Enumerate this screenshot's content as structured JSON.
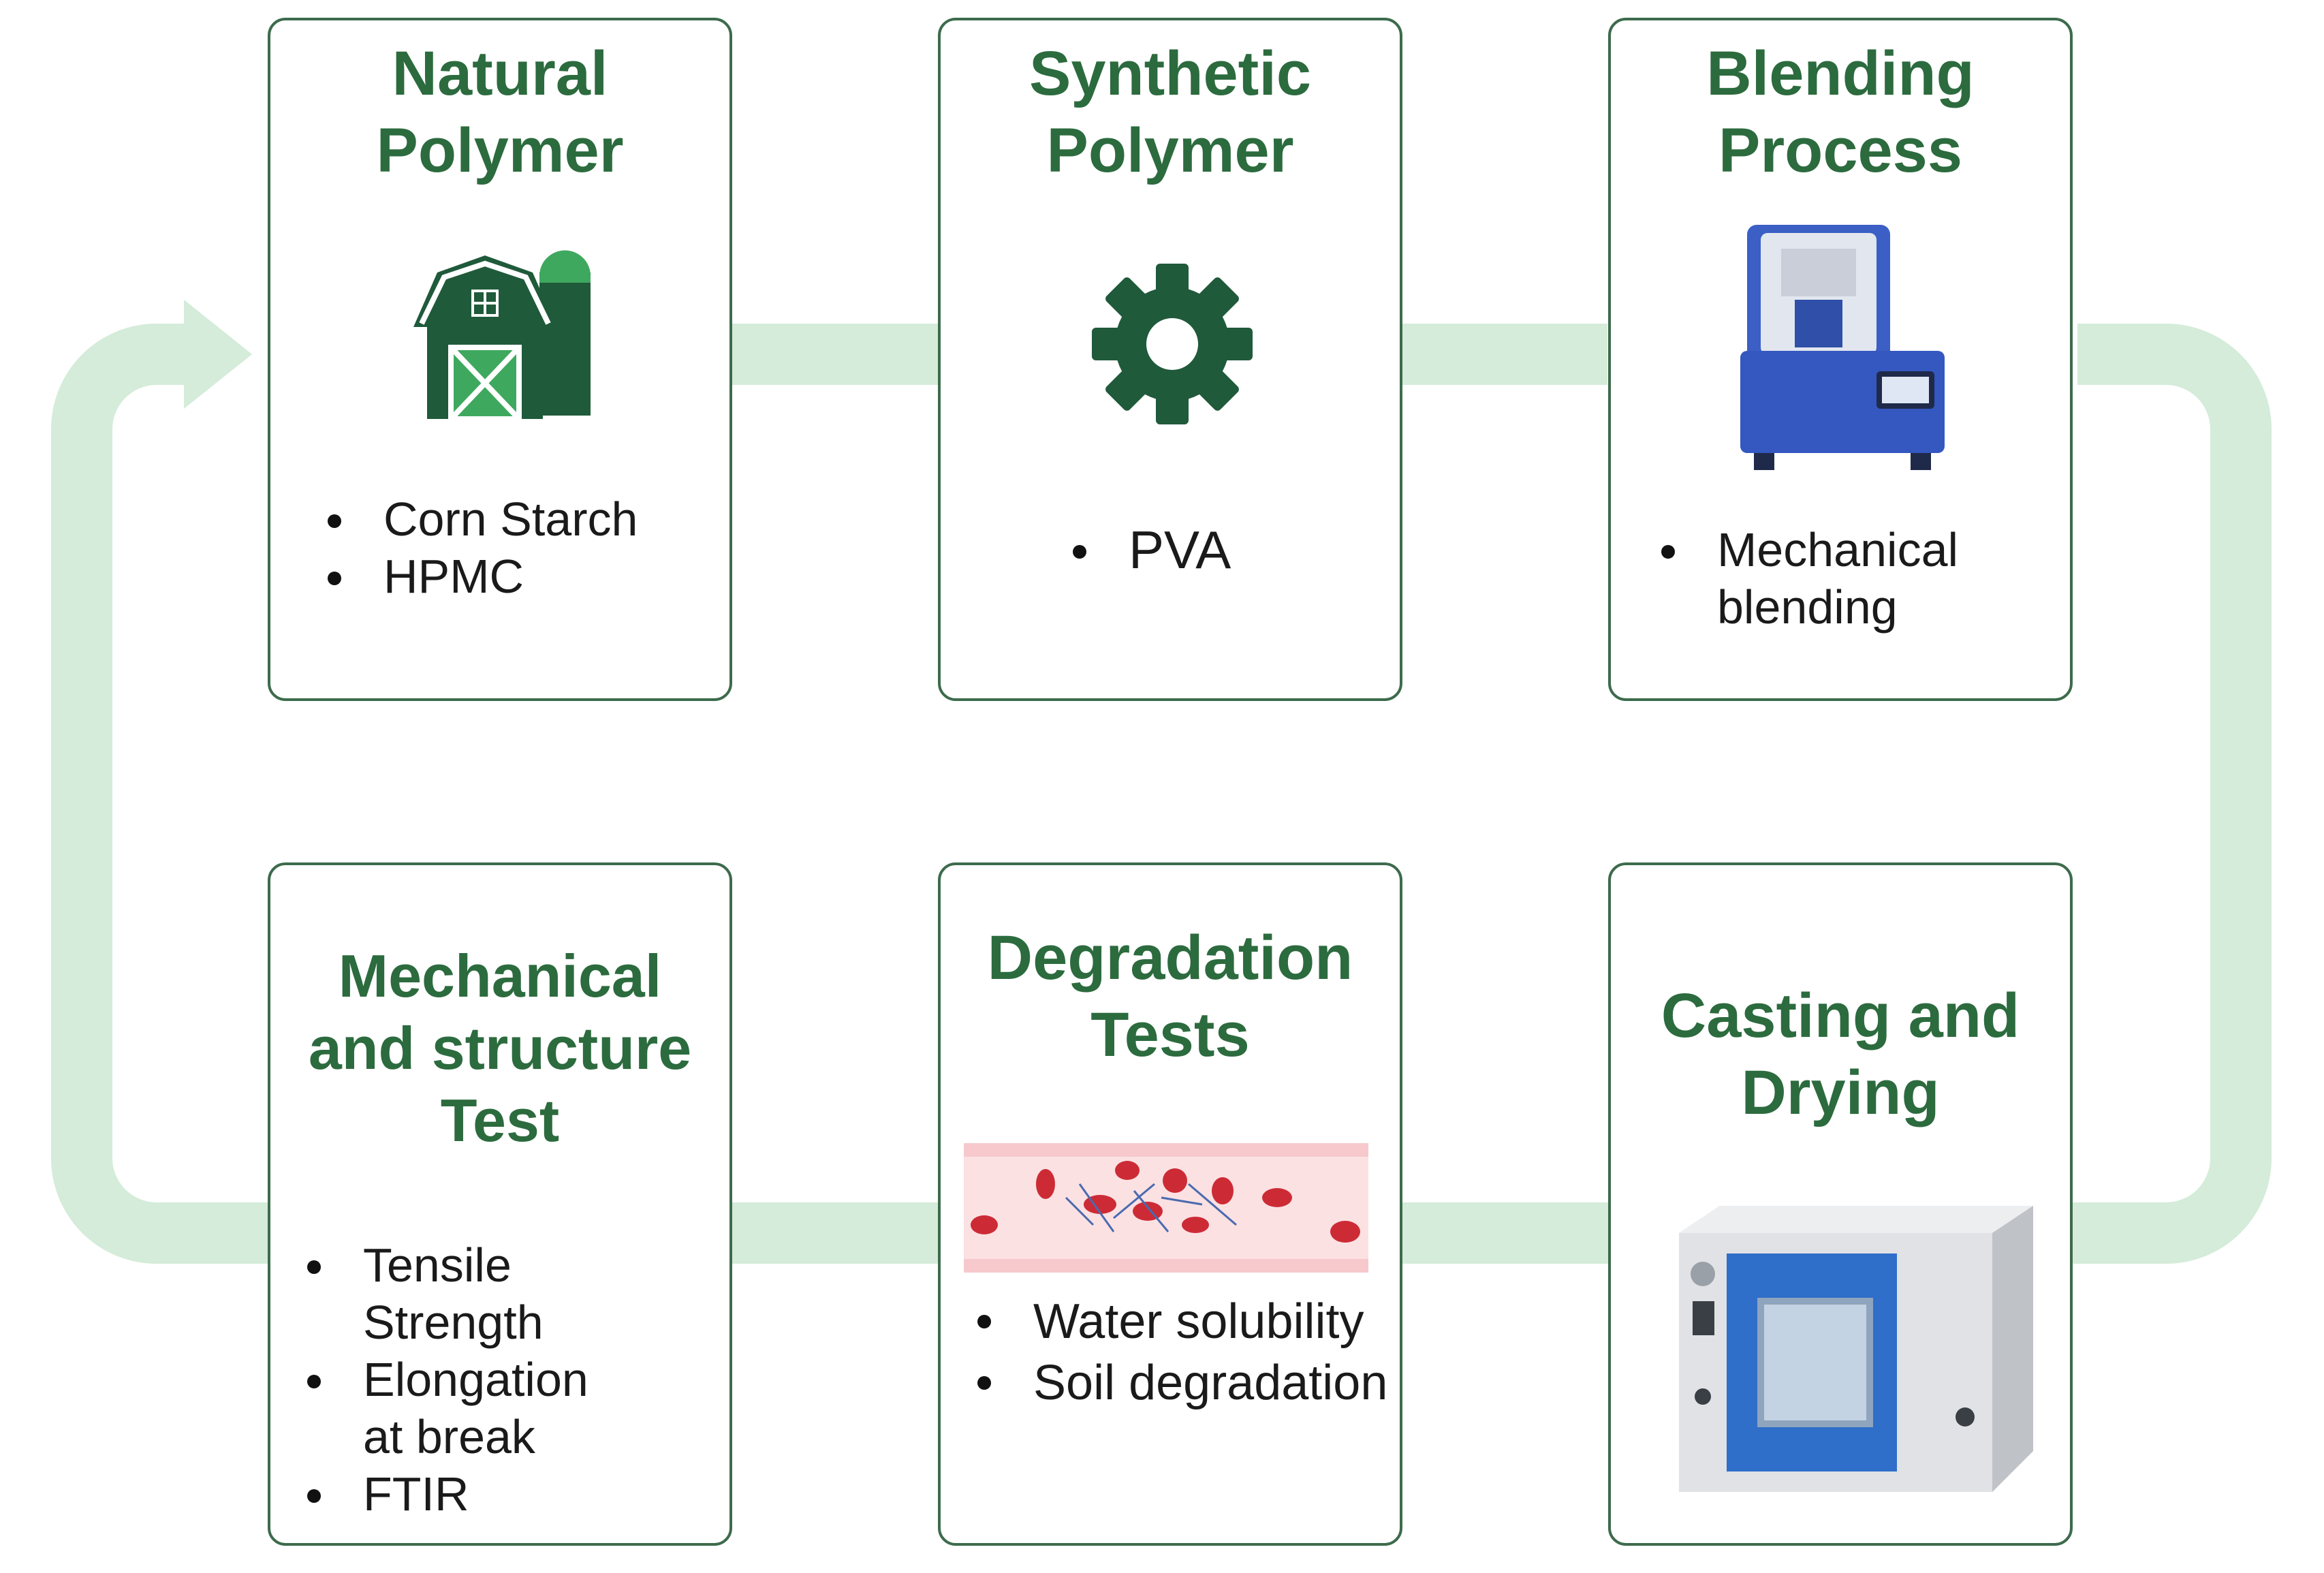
{
  "diagram": {
    "colors": {
      "title_green": "#2c6b3e",
      "card_border": "#3d6b4c",
      "flow_arrow": "#d4ecd9"
    },
    "cards": {
      "natural_polymer": {
        "title_lines": [
          "Natural",
          "Polymer"
        ],
        "icon": "barn-icon",
        "items": [
          "Corn Starch",
          "HPMC"
        ]
      },
      "synthetic_polymer": {
        "title_lines": [
          "Synthetic",
          "Polymer"
        ],
        "icon": "gear-icon",
        "items": [
          "PVA"
        ]
      },
      "blending_process": {
        "title_lines": [
          "Blending",
          "Process"
        ],
        "icon": "blender-machine-icon",
        "items": [
          "Mechanical blending"
        ]
      },
      "mechanical_structure_test": {
        "title_lines": [
          "Mechanical",
          "and structure",
          "Test"
        ],
        "items": [
          "Tensile Strength",
          "Elongation at break",
          "FTIR"
        ]
      },
      "degradation_tests": {
        "title_lines": [
          "Degradation",
          "Tests"
        ],
        "icon": "degradation-illustration",
        "items": [
          "Water solubility",
          "Soil degradation"
        ]
      },
      "casting_drying": {
        "title_lines": [
          "Casting and",
          "Drying"
        ],
        "icon": "drying-oven-icon"
      }
    }
  }
}
